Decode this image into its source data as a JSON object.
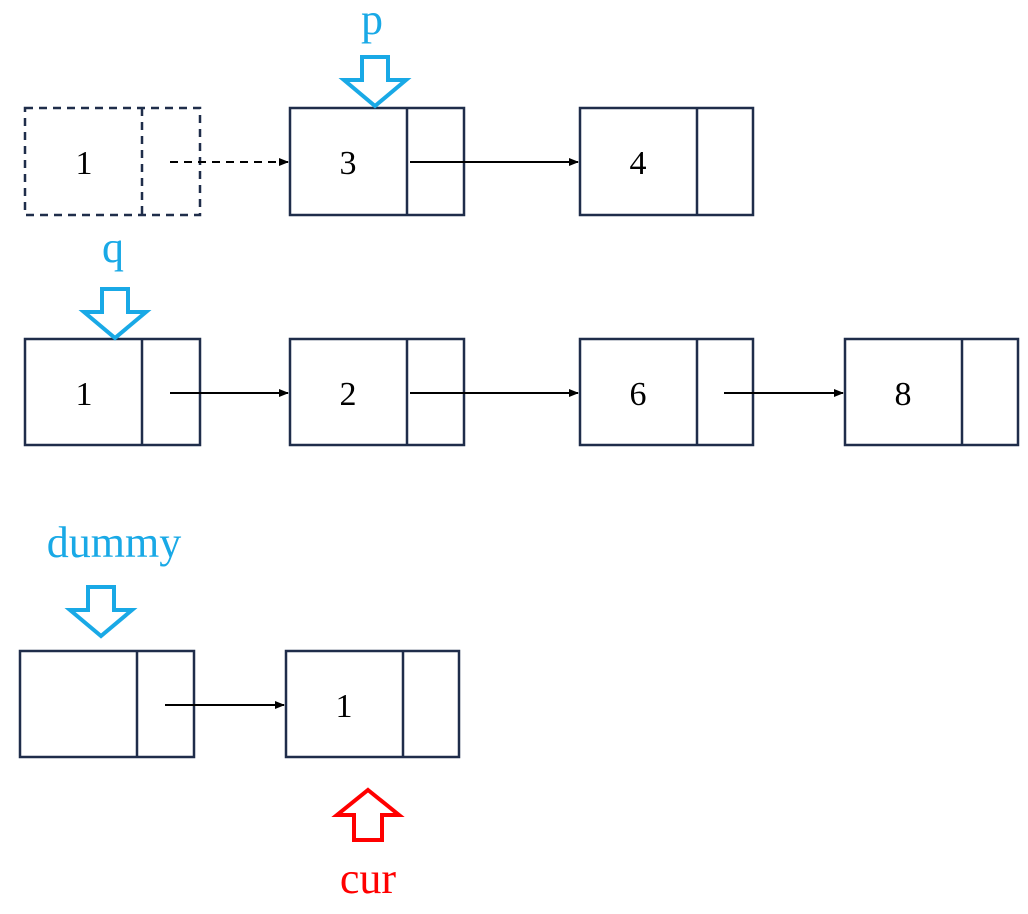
{
  "colors": {
    "node_border": "#1f2d4a",
    "link": "#000000",
    "pointer": "#19a9e6",
    "cur_pointer": "#ff0000"
  },
  "lists": {
    "list_p": {
      "removed_node": {
        "value": "1"
      },
      "nodes": [
        {
          "value": "3"
        },
        {
          "value": "4"
        }
      ]
    },
    "list_q": {
      "nodes": [
        {
          "value": "1"
        },
        {
          "value": "2"
        },
        {
          "value": "6"
        },
        {
          "value": "8"
        }
      ]
    },
    "list_result": {
      "nodes": [
        {
          "value": ""
        },
        {
          "value": "1"
        }
      ]
    }
  },
  "pointers": {
    "p": {
      "label": "p",
      "direction": "down"
    },
    "q": {
      "label": "q",
      "direction": "down"
    },
    "dummy": {
      "label": "dummy",
      "direction": "down"
    },
    "cur": {
      "label": "cur",
      "direction": "up"
    }
  }
}
